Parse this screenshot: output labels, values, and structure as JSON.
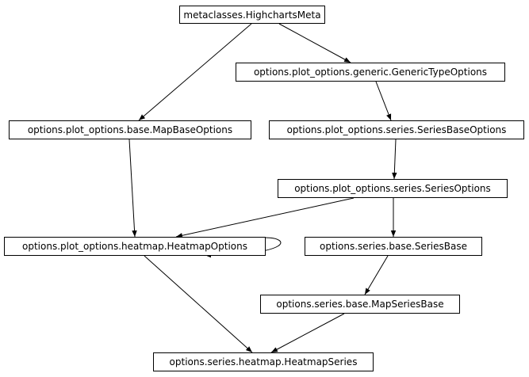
{
  "diagram": {
    "nodes": {
      "meta": "metaclasses.HighchartsMeta",
      "generic": "options.plot_options.generic.GenericTypeOptions",
      "mapbase": "options.plot_options.base.MapBaseOptions",
      "series_base_options": "options.plot_options.series.SeriesBaseOptions",
      "series_options": "options.plot_options.series.SeriesOptions",
      "heatmap_options": "options.plot_options.heatmap.HeatmapOptions",
      "series_base": "options.series.base.SeriesBase",
      "map_series_base": "options.series.base.MapSeriesBase",
      "heatmap_series": "options.series.heatmap.HeatmapSeries"
    },
    "edges": [
      {
        "from": "meta",
        "to": "generic"
      },
      {
        "from": "meta",
        "to": "mapbase"
      },
      {
        "from": "generic",
        "to": "series_base_options"
      },
      {
        "from": "series_base_options",
        "to": "series_options"
      },
      {
        "from": "mapbase",
        "to": "heatmap_options"
      },
      {
        "from": "series_options",
        "to": "heatmap_options"
      },
      {
        "from": "heatmap_options",
        "to": "heatmap_options"
      },
      {
        "from": "series_options",
        "to": "series_base"
      },
      {
        "from": "series_base",
        "to": "map_series_base"
      },
      {
        "from": "heatmap_options",
        "to": "heatmap_series"
      },
      {
        "from": "map_series_base",
        "to": "heatmap_series"
      }
    ]
  }
}
